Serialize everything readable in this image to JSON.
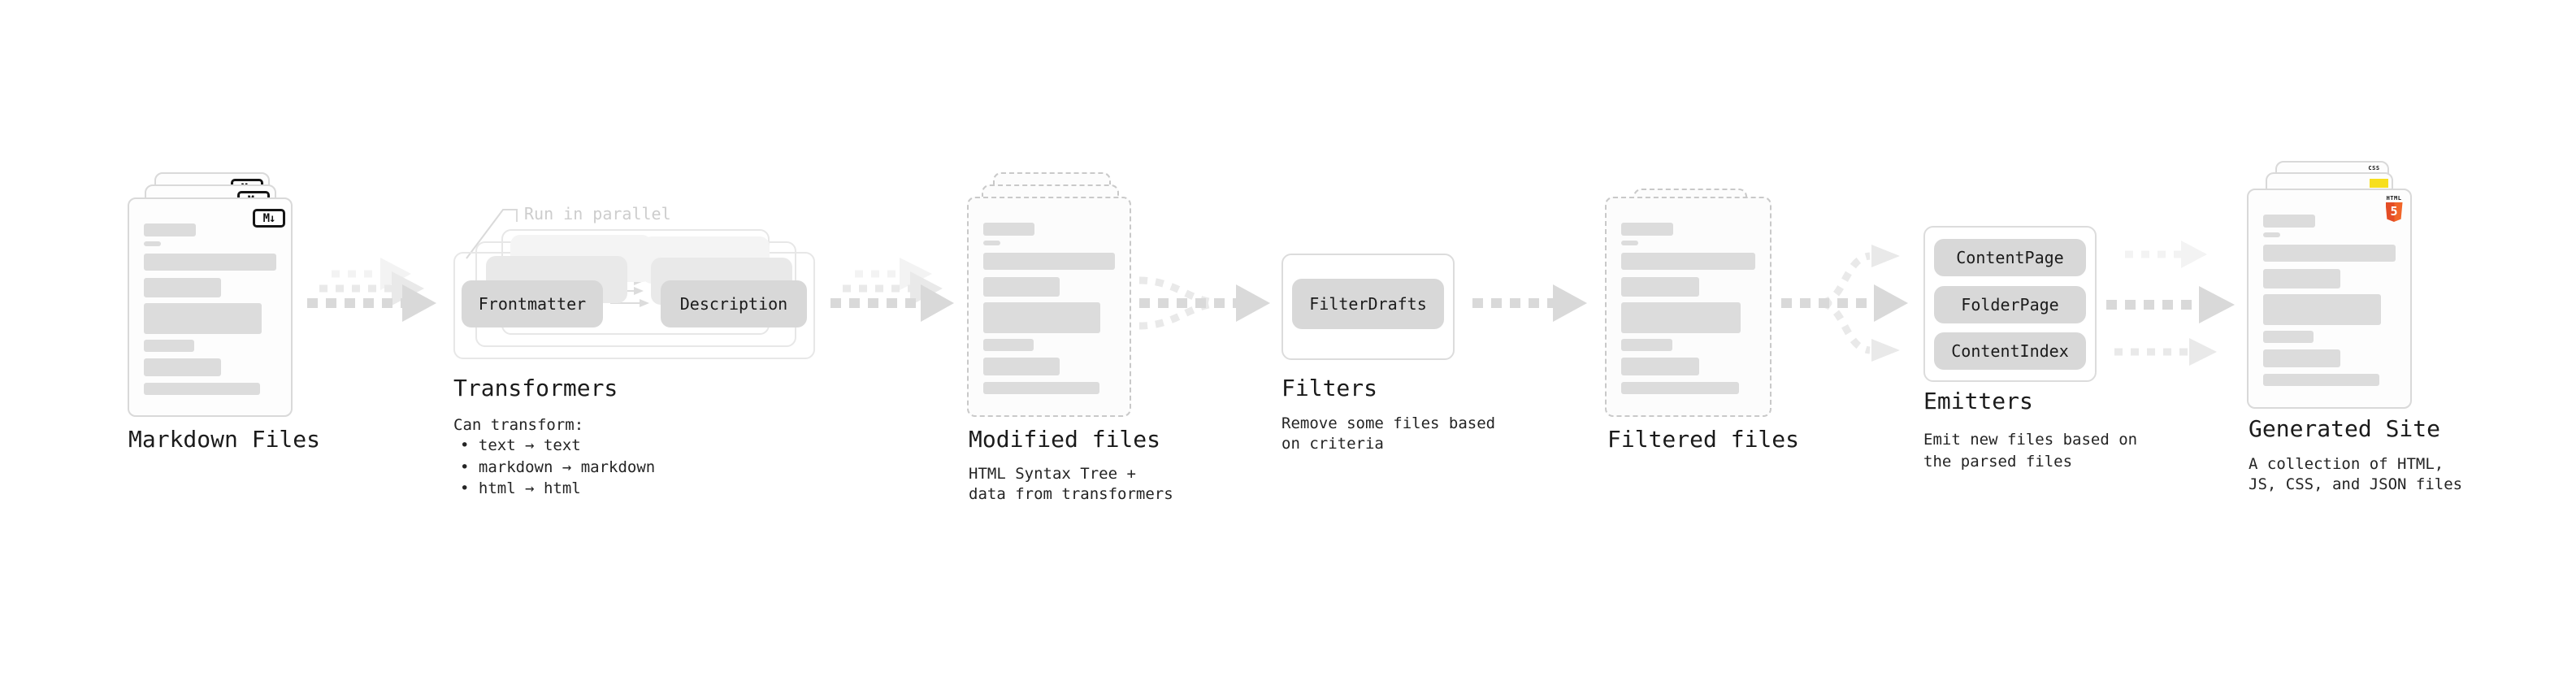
{
  "diagram": {
    "stages": {
      "markdown": {
        "label": "Markdown Files"
      },
      "transformers": {
        "label": "Transformers",
        "annotation": "Run in parallel",
        "pill_left": "Frontmatter",
        "pill_right": "Description",
        "note_heading": "Can transform:",
        "bullets": [
          "• text → text",
          "• markdown → markdown",
          "• html → html"
        ]
      },
      "modified": {
        "label": "Modified files",
        "note_lines": [
          "HTML Syntax Tree +",
          "data from transformers"
        ]
      },
      "filters": {
        "label": "Filters",
        "pill": "FilterDrafts",
        "note_lines": [
          "Remove some files based",
          "on criteria"
        ]
      },
      "filtered": {
        "label": "Filtered files"
      },
      "emitters": {
        "label": "Emitters",
        "pills": [
          "ContentPage",
          "FolderPage",
          "ContentIndex"
        ],
        "note_lines": [
          "Emit new files based on",
          "the parsed files"
        ]
      },
      "generated": {
        "label": "Generated Site",
        "note_lines": [
          "A collection of HTML,",
          "JS, CSS, and JSON files"
        ]
      }
    },
    "icons": {
      "markdown_badge": "M↓",
      "html5_text": "HTML",
      "html5_number": "5",
      "css_text": "CSS"
    },
    "colors": {
      "html5_orange_dark": "#e44d26",
      "html5_orange_light": "#f16529",
      "js_yellow": "#f7df1e",
      "css_blue": "#2563e8",
      "arrow_dark_gray": "#d9d9d9",
      "arrow_light_gray": "#e9e9e9",
      "bar_gray": "#dcdcdc",
      "annotation_gray": "#cdcdcd"
    }
  }
}
